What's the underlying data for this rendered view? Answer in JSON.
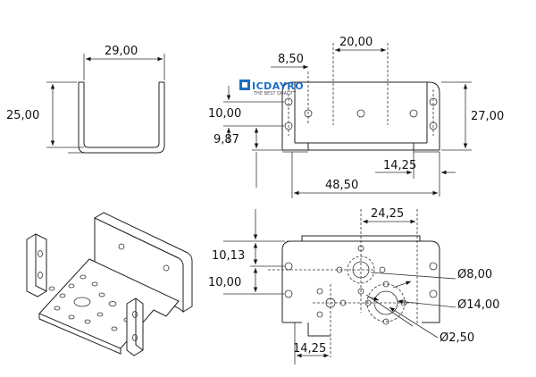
{
  "logo": {
    "brand": "ICDAYRO",
    "tagline": "THE BEST QUALITY",
    "brand_color": "#1a6fc4"
  },
  "dimensions": {
    "side_width": "29,00",
    "side_height": "25,00",
    "front_hole_offset": "8,50",
    "front_hole_spacing": "20,00",
    "front_top_hole_height": "10,00",
    "front_hole_pitch_v": "9,87",
    "front_height": "27,00",
    "front_right_offset": "14,25",
    "front_width": "48,50",
    "bottom_hole_spacing": "24,25",
    "bottom_row_1": "10,13",
    "bottom_row_2": "10,00",
    "bottom_left_offset": "14,25",
    "dia_small": "Ø8,00",
    "dia_large": "Ø14,00",
    "dia_tiny": "Ø2,50"
  }
}
